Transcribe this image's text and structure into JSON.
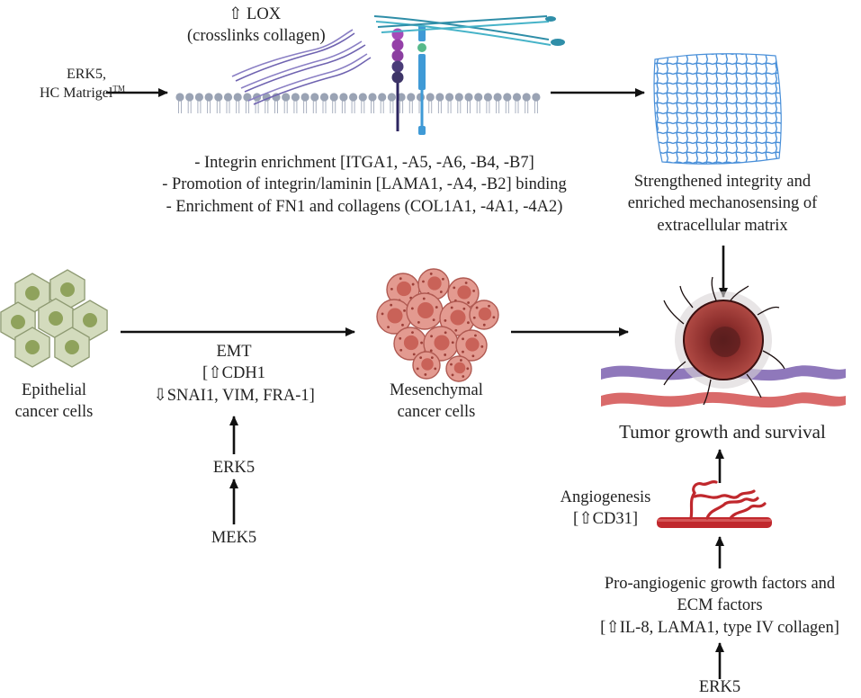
{
  "top": {
    "inputs": [
      "ERK5,",
      "HC Matrigel",
      "TM"
    ],
    "lox": [
      "⇧ LOX",
      "(crosslinks collagen)"
    ],
    "integrin_notes": [
      "- Integrin enrichment [ITGA1, -A5, -A6, -B4, -B7]",
      "- Promotion of integrin/laminin [LAMA1, -A4, -B2] binding",
      "- Enrichment of FN1 and collagens (COL1A1, -4A1, -4A2)"
    ],
    "matrix": [
      "Strengthened integrity and",
      "enriched mechanosensing of",
      "extracellular matrix"
    ]
  },
  "middle": {
    "epithelial": [
      "Epithelial",
      "cancer cells"
    ],
    "emt": [
      "EMT",
      "[⇧CDH1",
      "⇩SNAI1, VIM, FRA-1]"
    ],
    "mesenchymal": [
      "Mesenchymal",
      "cancer cells"
    ],
    "erk5": "ERK5",
    "mek5": "MEK5"
  },
  "right": {
    "tumor": "Tumor growth and survival",
    "angiogenesis": [
      "Angiogenesis",
      "[⇧CD31]"
    ],
    "growth_factors": [
      "Pro-angiogenic growth factors and",
      "ECM factors",
      "[⇧IL-8, LAMA1, type IV collagen]"
    ],
    "erk5_bottom": "ERK5"
  },
  "colors": {
    "arrow": "#111111",
    "membrane_head": "#9aa3b4",
    "epithelial_cell": "#d3dbbd",
    "epithelial_nucleus": "#8fa25c",
    "mesenchymal_cell": "#d9746c",
    "tumor": "#8e2d2d",
    "vessel_purple": "#8f78bb",
    "vessel_red": "#d96a6a",
    "matrix_grid": "#4a90d9",
    "collagen": "#8a7fc4",
    "integrin_dark": "#2d2560",
    "integrin_blue": "#3f9ad6",
    "angiogenic_vessel": "#c0282d"
  }
}
